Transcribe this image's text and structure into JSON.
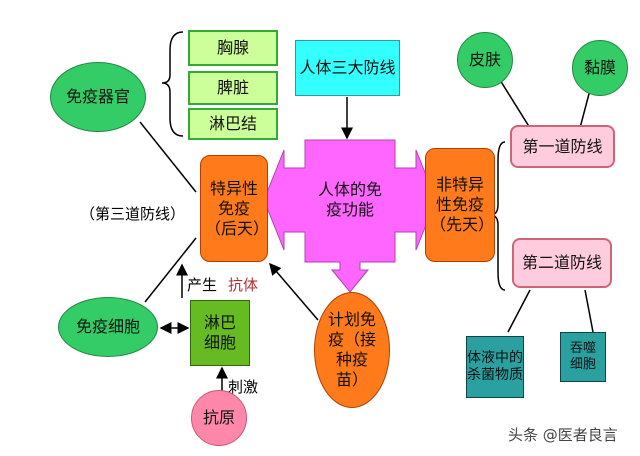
{
  "organs": {
    "label": "免疫器官",
    "items": [
      "胸腺",
      "脾脏",
      "淋巴结"
    ]
  },
  "three_lines": "人体三大防线",
  "center": "人体的免疫功能",
  "specific": "特异性免疫（后天）",
  "nonspecific": "非特异性免疫（先天）",
  "third_line": "（第三道防线）",
  "immune_cells": "免疫细胞",
  "lymphocyte": "淋巴细胞",
  "produce": "产生",
  "antibody": "抗体",
  "stimulate": "刺激",
  "antigen": "抗原",
  "planned": "计划免疫（接种疫苗）",
  "skin": "皮肤",
  "mucosa": "黏膜",
  "first_line": "第一道防线",
  "second_line": "第二道防线",
  "bactericidal": "体液中的杀菌物质",
  "phagocyte": "吞噬细胞",
  "watermark": "头条 @医者良言"
}
